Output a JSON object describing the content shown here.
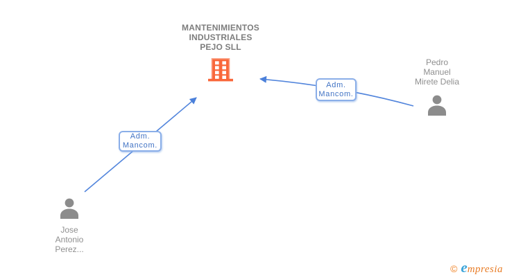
{
  "company": {
    "name_lines": [
      "MANTENIMIENTOS",
      "INDUSTRIALES",
      "PEJO SLL"
    ],
    "icon": "building-icon"
  },
  "people": [
    {
      "id": "pedro",
      "name_lines": [
        "Pedro",
        "Manuel",
        "Mirete Delia"
      ],
      "icon": "person-icon"
    },
    {
      "id": "jose",
      "name_lines": [
        "Jose",
        "Antonio",
        "Perez..."
      ],
      "icon": "person-icon"
    }
  ],
  "relations": [
    {
      "from": "Pedro Manuel Mirete Delia",
      "to": "MANTENIMIENTOS INDUSTRIALES PEJO SLL",
      "label_lines": [
        "Adm.",
        "Mancom."
      ]
    },
    {
      "from": "Jose Antonio Perez...",
      "to": "MANTENIMIENTOS INDUSTRIALES PEJO SLL",
      "label_lines": [
        "Adm.",
        "Mancom."
      ]
    }
  ],
  "footer": {
    "copyright_symbol": "©",
    "brand_initial": "e",
    "brand_rest": "mpresia"
  },
  "colors": {
    "building_orange": "#f9673a",
    "building_outline": "#fba185",
    "connector_blue": "#5285DC",
    "label_border_blue": "#8aaee8",
    "label_text_blue": "#4173c4",
    "title_gray": "#7d7d7d",
    "name_gray": "#8f8f8f",
    "icon_gray": "#8c8c8c",
    "brand_blue": "#39a3d9",
    "brand_orange": "#e87c26"
  }
}
